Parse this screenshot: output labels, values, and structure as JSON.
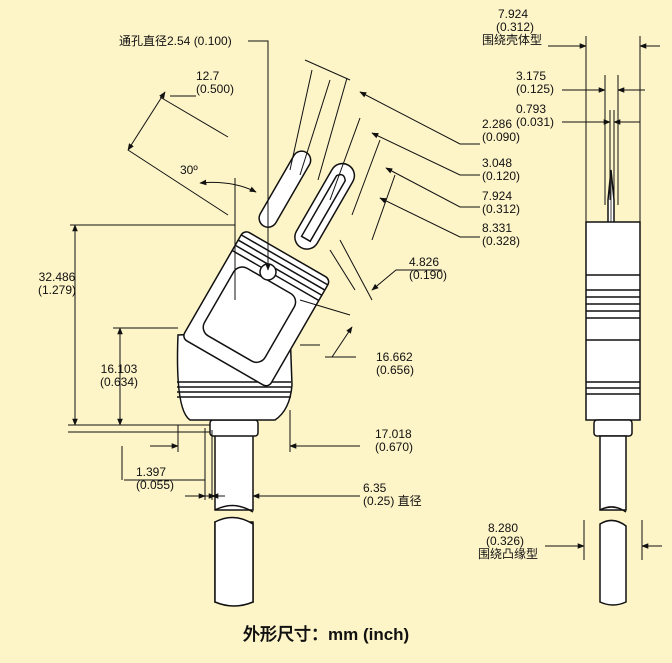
{
  "diagram": {
    "caption": "外形尺寸：mm (inch)",
    "side_view": {
      "pin_hole": "通孔直径2.54 (0.100)",
      "d_12_7": [
        "12.7",
        "(0.500)"
      ],
      "angle": "30º",
      "d_2_286": [
        "2.286",
        "(0.090)"
      ],
      "d_3_048": [
        "3.048",
        "(0.120)"
      ],
      "d_7_924": [
        "7.924",
        "(0.312)"
      ],
      "d_8_331": [
        "8.331",
        "(0.328)"
      ],
      "d_4_826": [
        "4.826",
        "(0.190)"
      ],
      "d_32_486": [
        "32.486",
        "(1.279)"
      ],
      "d_16_103": [
        "16.103",
        "(0.634)"
      ],
      "d_16_662": [
        "16.662",
        "(0.656)"
      ],
      "d_17_018": [
        "17.018",
        "(0.670)"
      ],
      "d_1_397": [
        "1.397",
        "(0.055)"
      ],
      "d_6_35": [
        "6.35",
        "(0.25) 直径"
      ]
    },
    "end_view": {
      "d_7_924": [
        "7.924",
        "(0.312)",
        "围绕壳体型"
      ],
      "d_3_175": [
        "3.175",
        "(0.125)"
      ],
      "d_0_793": [
        "0.793",
        "(0.031)"
      ],
      "d_8_280": [
        "8.280",
        "(0.326)",
        "围绕凸缘型"
      ]
    },
    "colors": {
      "background": "#fdf4c8",
      "body_fill": "#ffffff",
      "outline": "#111111"
    }
  }
}
